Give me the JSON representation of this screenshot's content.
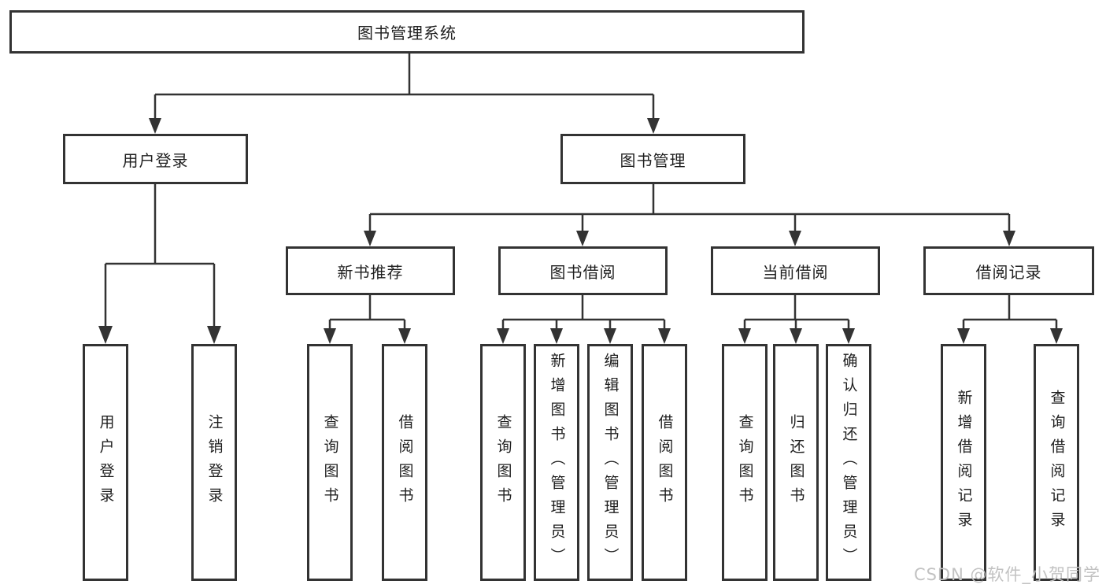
{
  "root": {
    "label": "图书管理系统"
  },
  "branches": [
    {
      "label": "用户登录",
      "children": [
        {
          "label": "用户登录"
        },
        {
          "label": "注销登录"
        }
      ]
    },
    {
      "label": "图书管理",
      "children": [
        {
          "label": "新书推荐",
          "children": [
            {
              "label": "查询图书"
            },
            {
              "label": "借阅图书"
            }
          ]
        },
        {
          "label": "图书借阅",
          "children": [
            {
              "label": "查询图书"
            },
            {
              "label": "新增图书（管理员）"
            },
            {
              "label": "编辑图书（管理员）"
            },
            {
              "label": "借阅图书"
            }
          ]
        },
        {
          "label": "当前借阅",
          "children": [
            {
              "label": "查询图书"
            },
            {
              "label": "归还图书"
            },
            {
              "label": "确认归还（管理员）"
            }
          ]
        },
        {
          "label": "借阅记录",
          "children": [
            {
              "label": "新增借阅记录"
            },
            {
              "label": "查询借阅记录"
            }
          ]
        }
      ]
    }
  ],
  "watermark": {
    "text": "CSDN @软件_小贺同学"
  },
  "colors": {
    "line": "#333333",
    "text": "#1f1f1f",
    "watermark": "#c2c2c2",
    "background": "#ffffff"
  }
}
